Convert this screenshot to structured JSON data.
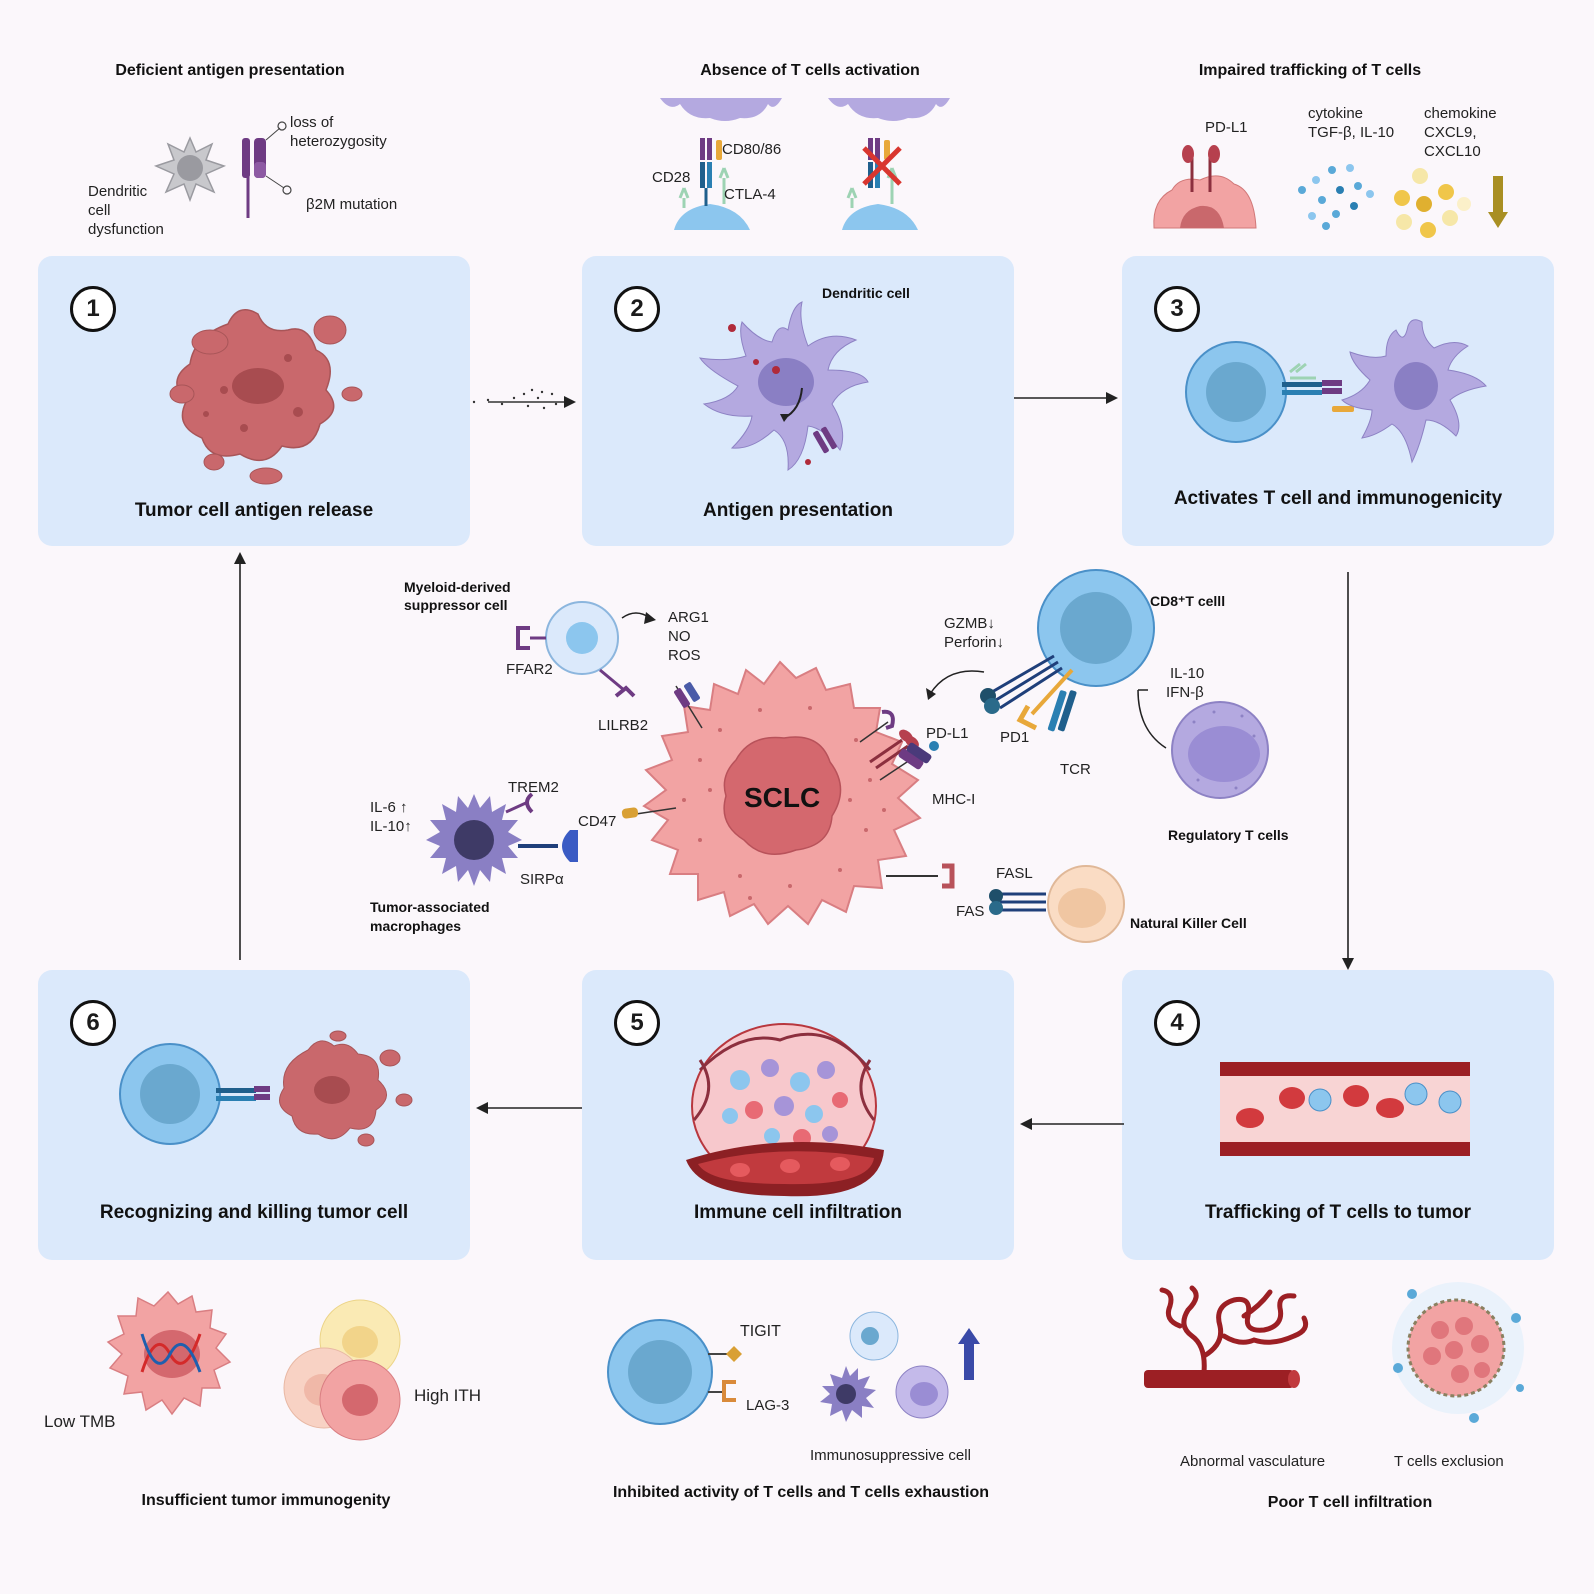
{
  "top": {
    "deficient_title": "Deficient antigen presentation",
    "dendritic_dysfunction": [
      "Dendritic",
      "cell",
      "dysfunction"
    ],
    "loss_of": "loss of",
    "heterozygosity": "heterozygosity",
    "b2m_mutation": "β2M mutation",
    "absence_title": "Absence of T cells activation",
    "cd80_86": "CD80/86",
    "cd28": "CD28",
    "ctla4": "CTLA-4",
    "impaired_title": "Impaired trafficking of T cells",
    "pdl1": "PD-L1",
    "cytokine": "cytokine",
    "cytokine_list": "TGF-β, IL-10",
    "chemokine": "chemokine",
    "chemokine_l1": "CXCL9,",
    "chemokine_l2": "CXCL10"
  },
  "panels": [
    {
      "num": "1",
      "title": "Tumor cell antigen release"
    },
    {
      "num": "2",
      "title": "Antigen presentation",
      "sub": "Dendritic cell"
    },
    {
      "num": "3",
      "title": "Activates T cell  and immunogenicity"
    },
    {
      "num": "4",
      "title": "Trafficking of T cells to tumor"
    },
    {
      "num": "5",
      "title": "Immune cell infiltration"
    },
    {
      "num": "6",
      "title": "Recognizing and killing tumor cell"
    }
  ],
  "center": {
    "sclc": "SCLC",
    "mdsc_l1": "Myeloid-derived",
    "mdsc_l2": "suppressor cell",
    "arg1": "ARG1",
    "no": "NO",
    "ros": "ROS",
    "ffar2": "FFAR2",
    "lilrb2": "LILRB2",
    "trem2": "TREM2",
    "il6": "IL-6 ↑",
    "il10": "IL-10↑",
    "cd47": "CD47",
    "sirpa": "SIRPα",
    "tam_l1": "Tumor-associated",
    "tam_l2": "macrophages",
    "cd8": "CD8⁺T celll",
    "gzmb": "GZMB↓",
    "perforin": "Perforin↓",
    "pdl1": "PD-L1",
    "pd1": "PD1",
    "mhc": "MHC-I",
    "tcr": "TCR",
    "il10b": "IL-10",
    "ifnb": "IFN-β",
    "treg": "Regulatory T cells",
    "fasl": "FASL",
    "fas": "FAS",
    "nk": "Natural Killer Cell"
  },
  "bottom": {
    "low_tmb": "Low TMB",
    "high_ith": "High ITH",
    "insufficient": "Insufficient tumor immunogenity",
    "tigit": "TIGIT",
    "lag3": "LAG-3",
    "immunosuppressive": "Immunosuppressive cell",
    "inhibited": "Inhibited activity of  T cells and T cells exhaustion",
    "abnormal": "Abnormal vasculature",
    "exclusion": "T cells exclusion",
    "poor": "Poor T cell infiltration"
  },
  "colors": {
    "panel": "#dbe9fb",
    "tumor": "#c9686c",
    "tumor_light": "#f2a3a3",
    "dendritic": "#b4a9e0",
    "tcell": "#8cc6ee",
    "receptor": "#1f5f8c",
    "purple_receptor": "#6e3b83"
  }
}
